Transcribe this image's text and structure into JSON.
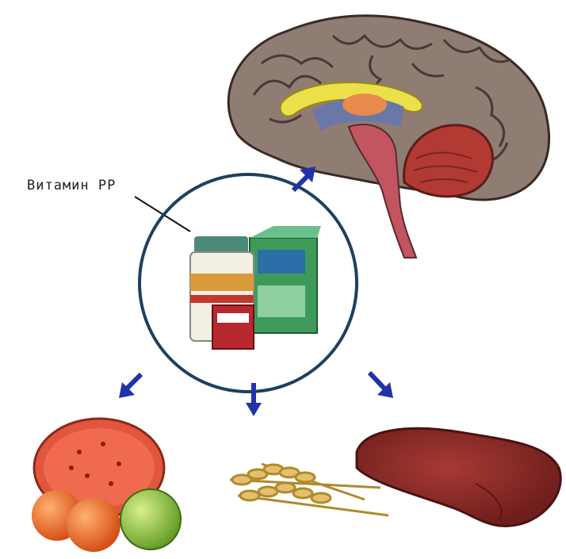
{
  "diagram": {
    "label": "Витамин РР",
    "nodes": [
      {
        "id": "vitamin-pack",
        "icon": "vitamin-bottles-icon",
        "role": "center"
      },
      {
        "id": "brain",
        "icon": "brain-icon"
      },
      {
        "id": "fruits",
        "icon": "fruit-icon"
      },
      {
        "id": "grain",
        "icon": "wheat-icon"
      },
      {
        "id": "liver",
        "icon": "liver-icon"
      }
    ],
    "edges": [
      {
        "from": "vitamin-pack",
        "to": "brain"
      },
      {
        "from": "vitamin-pack",
        "to": "fruits"
      },
      {
        "from": "vitamin-pack",
        "to": "grain"
      },
      {
        "from": "vitamin-pack",
        "to": "liver"
      }
    ],
    "colors": {
      "arrow": "#2233aa",
      "circle": "#1f3f5f",
      "brain": "#8c7b72",
      "meat": "#8e2a26"
    }
  }
}
